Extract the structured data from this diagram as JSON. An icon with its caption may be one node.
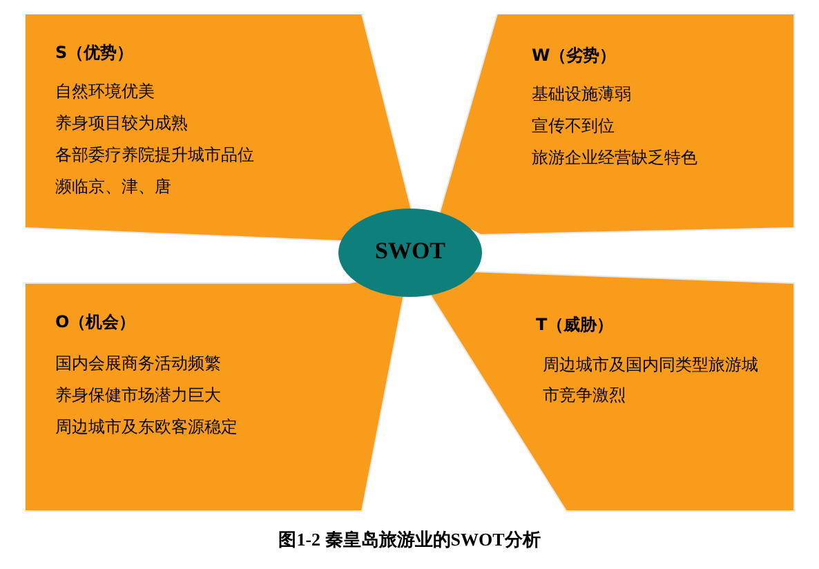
{
  "diagram": {
    "caption": "图1-2 秦皇岛旅游业的SWOT分析",
    "nodes": [
      {
        "text": [
          "S（优势）",
          "自然环境优美",
          "养身项目较为成熟",
          "各部委疗养院提升城市品位",
          "濒临京、津、唐"
        ]
      },
      {
        "text": [
          "W（劣势）",
          "基础设施薄弱",
          "宣传不到位",
          "旅游企业经营缺乏特色"
        ]
      },
      {
        "text": [
          "SWOT"
        ]
      },
      {
        "text": [
          "O（机会）",
          "国内会展商务活动频繁",
          "养身保健市场潜力巨大",
          "周边城市及东欧客源稳定"
        ]
      },
      {
        "text": [
          "T（威胁）",
          "周边城市及国内同类型旅游城市竞争激烈"
        ]
      }
    ]
  }
}
